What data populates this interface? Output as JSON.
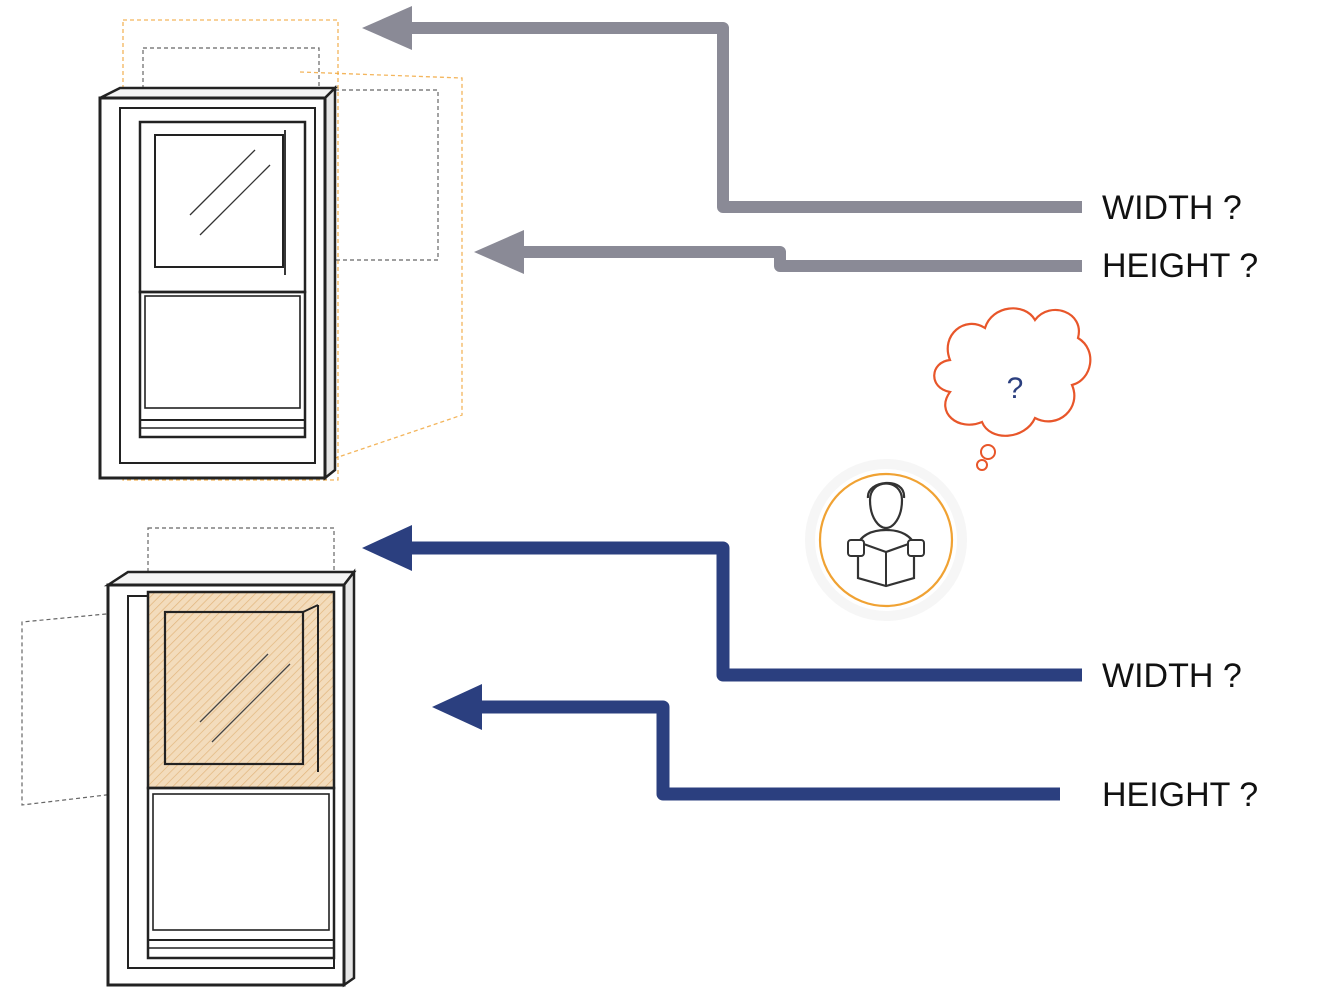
{
  "top_group": {
    "width_label": "WIDTH ?",
    "height_label": "HEIGHT ?"
  },
  "bottom_group": {
    "width_label": "WIDTH ?",
    "height_label": "HEIGHT ?"
  },
  "thought_bubble": {
    "text": "?"
  },
  "colors": {
    "arrow_gray": "#8a8a96",
    "arrow_navy": "#2b3f7f",
    "accent_orange": "#f0a233",
    "bubble_orange": "#e8562a",
    "bubble_text": "#2b3f7f",
    "outline": "#222222"
  }
}
